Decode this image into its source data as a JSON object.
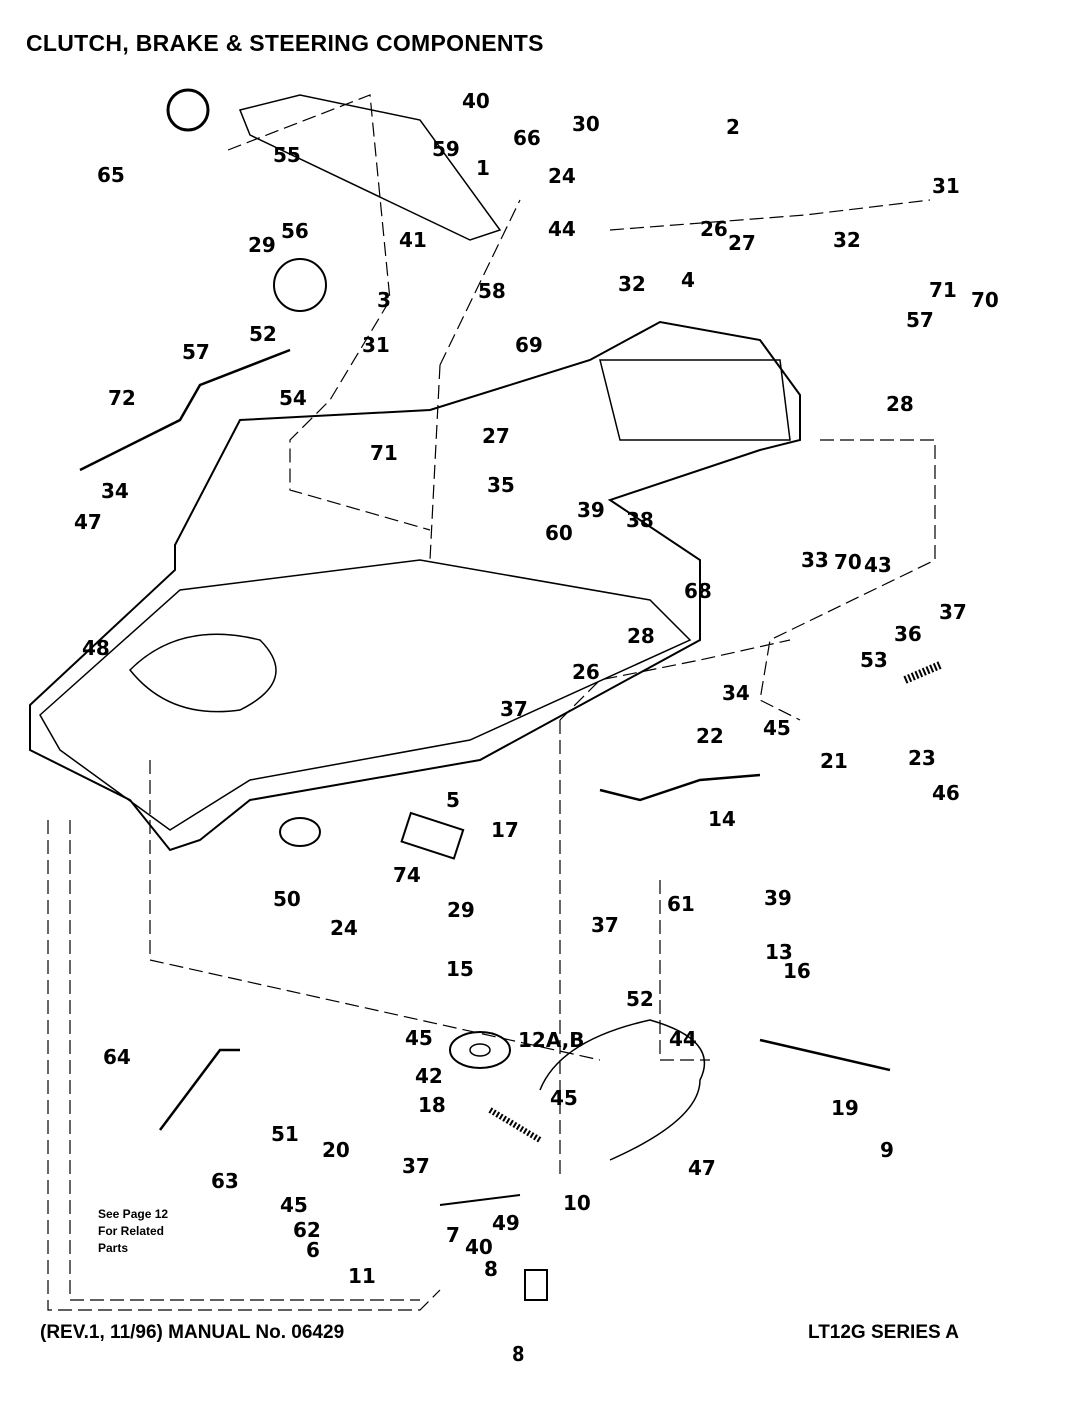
{
  "header": {
    "title": "CLUTCH, BRAKE & STEERING COMPONENTS"
  },
  "footer": {
    "revision": "(REV.1, 11/96) MANUAL No. 06429",
    "page_number": "8",
    "series": "LT12G SERIES A"
  },
  "note": {
    "lines": [
      "See Page 12",
      "For Related",
      "Parts"
    ]
  },
  "callouts": [
    "40",
    "66",
    "30",
    "2",
    "65",
    "55",
    "59",
    "1",
    "24",
    "31",
    "56",
    "41",
    "29",
    "44",
    "26",
    "27",
    "32",
    "58",
    "3",
    "32",
    "4",
    "71",
    "70",
    "52",
    "31",
    "69",
    "57",
    "57",
    "54",
    "28",
    "72",
    "27",
    "71",
    "35",
    "34",
    "33",
    "70",
    "43",
    "47",
    "60",
    "39",
    "38",
    "68",
    "37",
    "48",
    "36",
    "28",
    "53",
    "26",
    "34",
    "37",
    "22",
    "45",
    "21",
    "23",
    "46",
    "14",
    "5",
    "17",
    "74",
    "39",
    "50",
    "61",
    "24",
    "29",
    "37",
    "13",
    "16",
    "15",
    "52",
    "45",
    "12A,B",
    "44",
    "64",
    "42",
    "18",
    "45",
    "19",
    "51",
    "9",
    "20",
    "37",
    "47",
    "63",
    "10",
    "45",
    "49",
    "62",
    "7",
    "6",
    "40",
    "8",
    "11"
  ]
}
